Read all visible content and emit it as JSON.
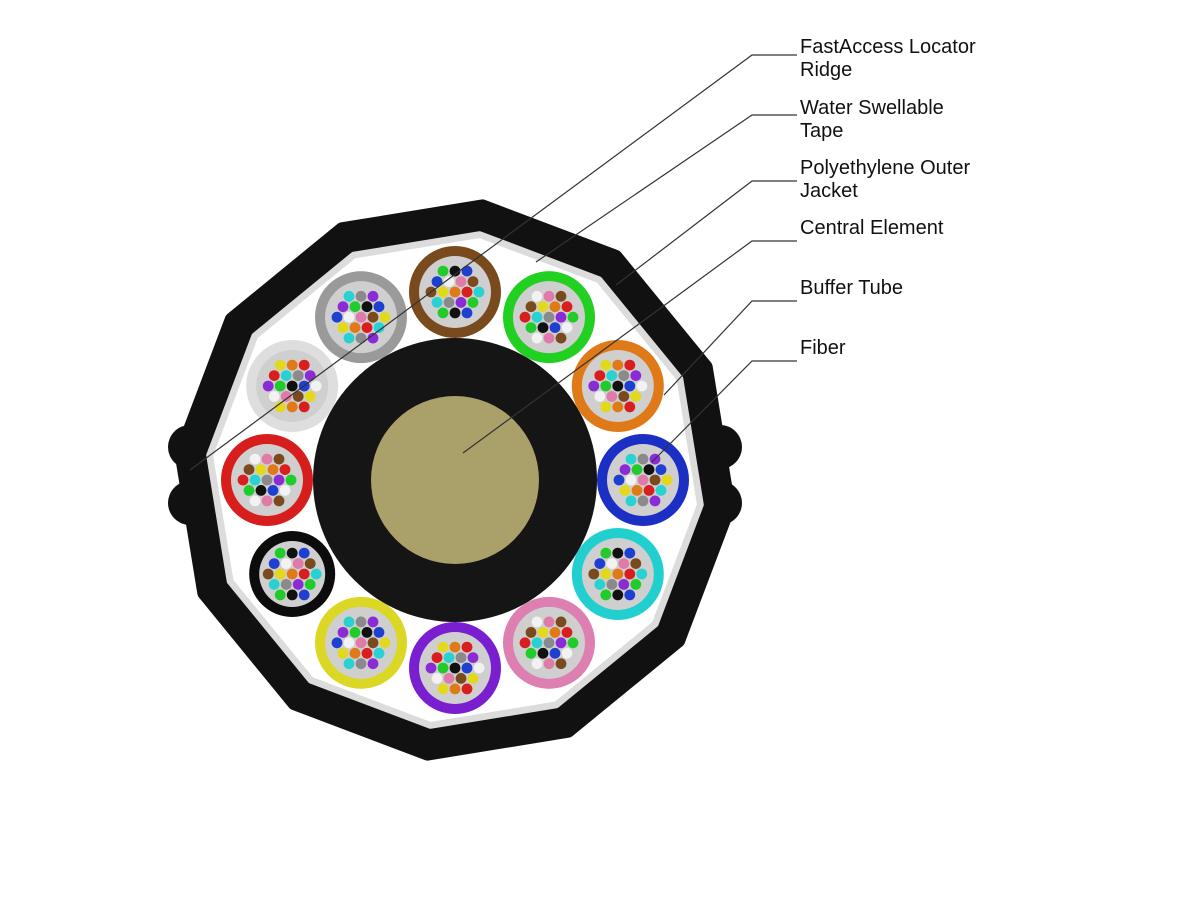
{
  "colors": {
    "jacket": "#111111",
    "tape": "#dcdcdc",
    "cable_interior": "#ffffff",
    "central_ring": "#151515",
    "central_core": "#a9a06a",
    "tube_inner": "#cfcfcf",
    "leader_line": "#333333"
  },
  "fiber_palette": [
    "#1f3fd1",
    "#e07a18",
    "#1fcc2a",
    "#7a4a1f",
    "#8a8a8a",
    "#f2f2f2",
    "#d91e1e",
    "#111111",
    "#e2d91c",
    "#8a2bd6",
    "#e07aa8",
    "#28d2d2"
  ],
  "buffer_tubes": [
    {
      "name": "brown",
      "color": "#7a4a1f"
    },
    {
      "name": "green",
      "color": "#22d022"
    },
    {
      "name": "orange",
      "color": "#e07a18"
    },
    {
      "name": "blue",
      "color": "#1c2fc4"
    },
    {
      "name": "aqua",
      "color": "#22cfcf"
    },
    {
      "name": "rose",
      "color": "#dd7fb0"
    },
    {
      "name": "violet",
      "color": "#7a1fcf"
    },
    {
      "name": "yellow",
      "color": "#dcd624"
    },
    {
      "name": "black",
      "color": "#0c0c0c"
    },
    {
      "name": "red",
      "color": "#d81d1d"
    },
    {
      "name": "white",
      "color": "#dedede"
    },
    {
      "name": "slate",
      "color": "#9a9a9a"
    }
  ],
  "callouts": [
    {
      "id": "fastaccess-locator-ridge",
      "text": "FastAccess Locator\nRidge"
    },
    {
      "id": "water-swellable-tape",
      "text": "Water Swellable\nTape"
    },
    {
      "id": "polyethylene-outer-jacket",
      "text": "Polyethylene Outer\nJacket"
    },
    {
      "id": "central-element",
      "text": "Central Element"
    },
    {
      "id": "buffer-tube",
      "text": "Buffer Tube"
    },
    {
      "id": "fiber",
      "text": "Fiber"
    }
  ]
}
